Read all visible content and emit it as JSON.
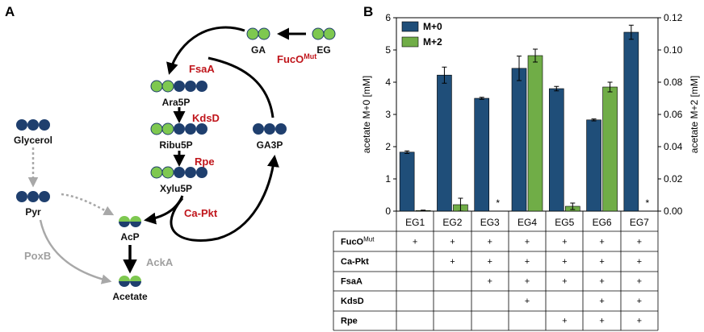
{
  "panels": {
    "a": "A",
    "b": "B"
  },
  "pathway": {
    "metabolites": {
      "ga": "GA",
      "eg": "EG",
      "ara5p": "Ara5P",
      "ribu5p": "Ribu5P",
      "xylu5p": "Xylu5P",
      "ga3p": "GA3P",
      "glycerol": "Glycerol",
      "pyr": "Pyr",
      "acp": "AcP",
      "acetate": "Acetate"
    },
    "enzymes": {
      "fuco_base": "FucO",
      "fuco_sup": "Mut",
      "fsaa": "FsaA",
      "kdsd": "KdsD",
      "rpe": "Rpe",
      "capkt": "Ca-Pkt",
      "poxb": "PoxB",
      "acka": "AckA"
    },
    "colors": {
      "navy": "#1f3f6e",
      "green": "#7ec850",
      "red": "#c0151b",
      "gray": "#a0a0a0"
    }
  },
  "chart_data": {
    "type": "bar",
    "categories": [
      "EG1",
      "EG2",
      "EG3",
      "EG4",
      "EG5",
      "EG6",
      "EG7"
    ],
    "series": [
      {
        "name": "M+0",
        "axis": "left",
        "color": "#1f4e79",
        "values": [
          1.83,
          4.22,
          3.5,
          4.43,
          3.8,
          2.83,
          5.55
        ],
        "errors": [
          0.04,
          0.25,
          0.03,
          0.38,
          0.07,
          0.03,
          0.22
        ]
      },
      {
        "name": "M+2",
        "axis": "right",
        "color": "#70ad47",
        "values": [
          0.0004,
          0.004,
          0,
          0.0965,
          0.003,
          0.077,
          0
        ],
        "errors": [
          0.0002,
          0.004,
          0,
          0.004,
          0.002,
          0.003,
          0
        ],
        "missing_marker": "*"
      }
    ],
    "ylabel_left": "acetate M+0 [mM]",
    "ylabel_right": "acetate M+2 [mM]",
    "ylim_left": [
      0,
      6
    ],
    "ylim_right": [
      0,
      0.12
    ],
    "yticks_left": [
      "0",
      "1",
      "2",
      "3",
      "4",
      "5",
      "6"
    ],
    "yticks_right": [
      "0.00",
      "0.02",
      "0.04",
      "0.06",
      "0.08",
      "0.10",
      "0.12"
    ],
    "legend_position": "top-left"
  },
  "table": {
    "rows": [
      {
        "label": "FucO",
        "sup": "Mut",
        "marks": [
          "+",
          "+",
          "+",
          "+",
          "+",
          "+",
          "+"
        ]
      },
      {
        "label": "Ca-Pkt",
        "sup": "",
        "marks": [
          "",
          "+",
          "+",
          "+",
          "+",
          "+",
          "+"
        ]
      },
      {
        "label": "FsaA",
        "sup": "",
        "marks": [
          "",
          "",
          "+",
          "+",
          "+",
          "+",
          "+"
        ]
      },
      {
        "label": "KdsD",
        "sup": "",
        "marks": [
          "",
          "",
          "",
          "+",
          "",
          "+",
          "+"
        ]
      },
      {
        "label": "Rpe",
        "sup": "",
        "marks": [
          "",
          "",
          "",
          "",
          "+",
          "+",
          "+"
        ]
      }
    ]
  }
}
